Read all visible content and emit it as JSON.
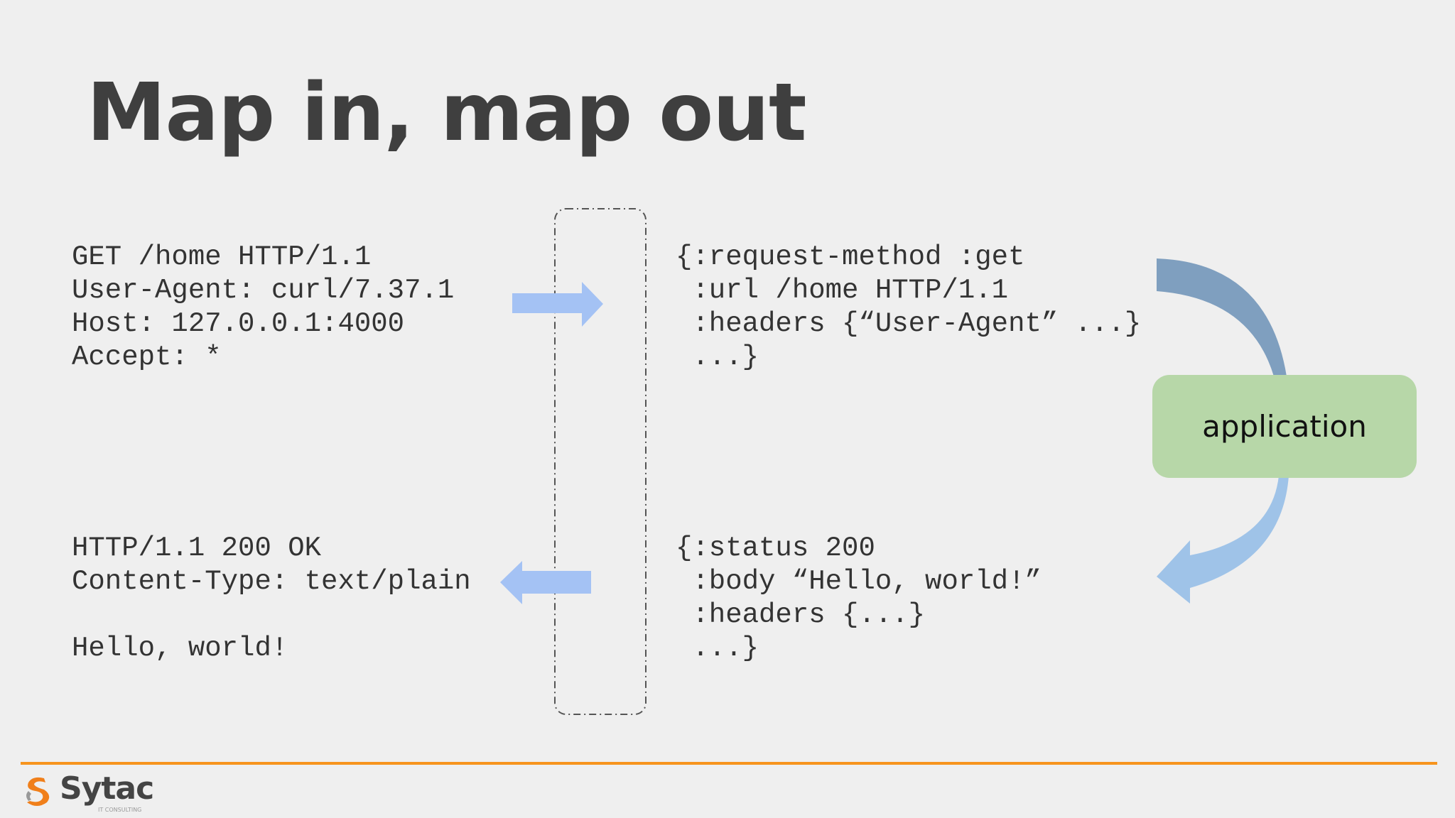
{
  "title": "Map in, map out",
  "http_request": [
    "GET /home HTTP/1.1",
    "User-Agent: curl/7.37.1",
    "Host: 127.0.0.1:4000",
    "Accept: *"
  ],
  "http_response": [
    "HTTP/1.1 200 OK",
    "Content-Type: text/plain",
    "",
    "Hello, world!"
  ],
  "request_map": [
    "{:request-method :get",
    " :url /home HTTP/1.1",
    " :headers {“User-Agent” ...}",
    " ...}"
  ],
  "response_map": [
    "{:status 200",
    " :body “Hello, world!”",
    " :headers {...}",
    " ...}"
  ],
  "application_label": "application",
  "logo": {
    "name": "Sytac",
    "tagline": "IT CONSULTING"
  },
  "colors": {
    "accent": "#f7941d",
    "arrow_light": "#a4c2f4",
    "arrow_dark": "#7f9fbf",
    "app_box": "#b7d7a8"
  }
}
